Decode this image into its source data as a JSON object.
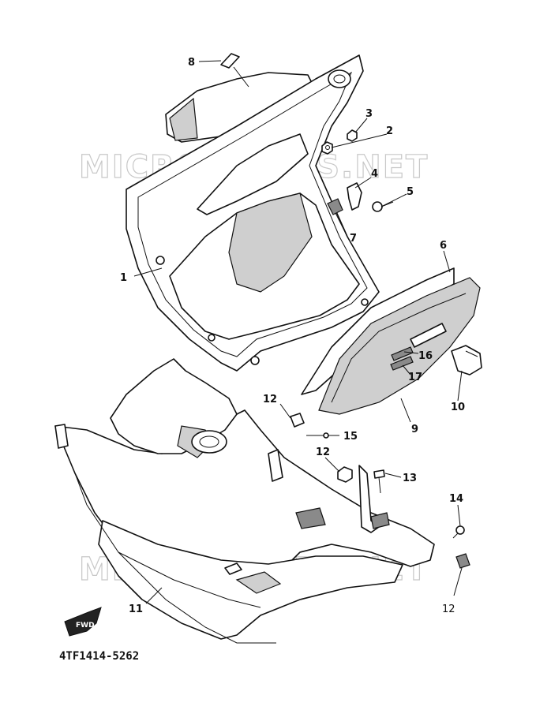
{
  "watermark": "MICROFICHES.NET",
  "diagram_code": "4TF1414-5262",
  "fwd_label": "FWD",
  "callouts": [
    {
      "id": "c1",
      "label": "1"
    },
    {
      "id": "c2",
      "label": "2"
    },
    {
      "id": "c3",
      "label": "3"
    },
    {
      "id": "c4",
      "label": "4"
    },
    {
      "id": "c5",
      "label": "5"
    },
    {
      "id": "c6",
      "label": "6"
    },
    {
      "id": "c7",
      "label": "7"
    },
    {
      "id": "c8",
      "label": "8"
    },
    {
      "id": "c9",
      "label": "9"
    },
    {
      "id": "c10",
      "label": "10"
    },
    {
      "id": "c11",
      "label": "11"
    },
    {
      "id": "c12a",
      "label": "12"
    },
    {
      "id": "c12b",
      "label": "12"
    },
    {
      "id": "c12c",
      "label": "12"
    },
    {
      "id": "c13",
      "label": "13"
    },
    {
      "id": "c14",
      "label": "14"
    },
    {
      "id": "c15",
      "label": "15"
    },
    {
      "id": "c16",
      "label": "16"
    },
    {
      "id": "c17",
      "label": "17"
    }
  ]
}
